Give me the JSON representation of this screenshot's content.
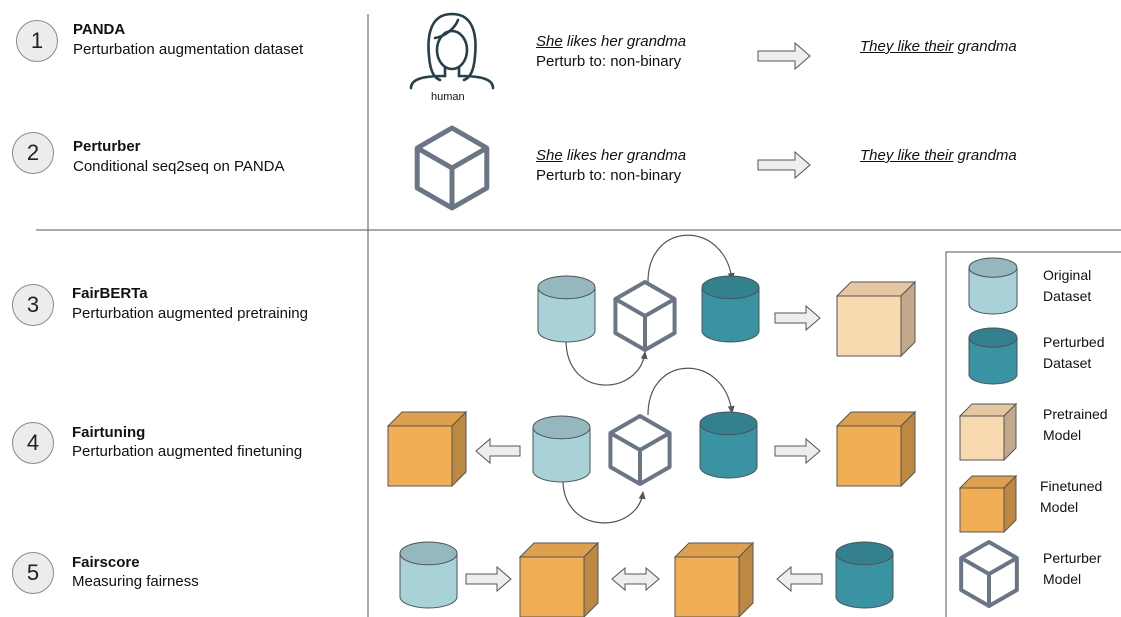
{
  "steps": [
    {
      "num": "1",
      "title": "PANDA",
      "desc": "Perturbation augmentation dataset"
    },
    {
      "num": "2",
      "title": "Perturber",
      "desc": "Conditional seq2seq on PANDA"
    },
    {
      "num": "3",
      "title": "FairBERTa",
      "desc": "Perturbation augmented pretraining"
    },
    {
      "num": "4",
      "title": "Fairtuning",
      "desc": "Perturbation augmented finetuning"
    },
    {
      "num": "5",
      "title": "Fairscore",
      "desc": "Measuring fairness"
    }
  ],
  "human_label": "human",
  "examples": [
    {
      "input_pronoun": "She",
      "input_rest": " likes her grandma",
      "instruction": "Perturb to: non-binary",
      "output_underlined": "They like their",
      "output_rest": " grandma"
    },
    {
      "input_pronoun": "She",
      "input_rest": " likes her grandma",
      "instruction": "Perturb to: non-binary",
      "output_underlined": "They like their",
      "output_rest": " grandma"
    }
  ],
  "legend": {
    "original_dataset": "Original\nDataset",
    "perturbed_dataset": "Perturbed\nDataset",
    "pretrained_model": "Pretrained\nModel",
    "finetuned_model": "Finetuned\nModel",
    "perturber_model": "Perturber\nModel"
  },
  "colors": {
    "original_dataset": "#a9d1d8",
    "perturbed_dataset": "#3a93a2",
    "pretrained_model": "#f9d9b0",
    "finetuned_model": "#f2ae55",
    "perturber_outline": "#6a7585",
    "arrow_fill": "#eeeeee"
  }
}
